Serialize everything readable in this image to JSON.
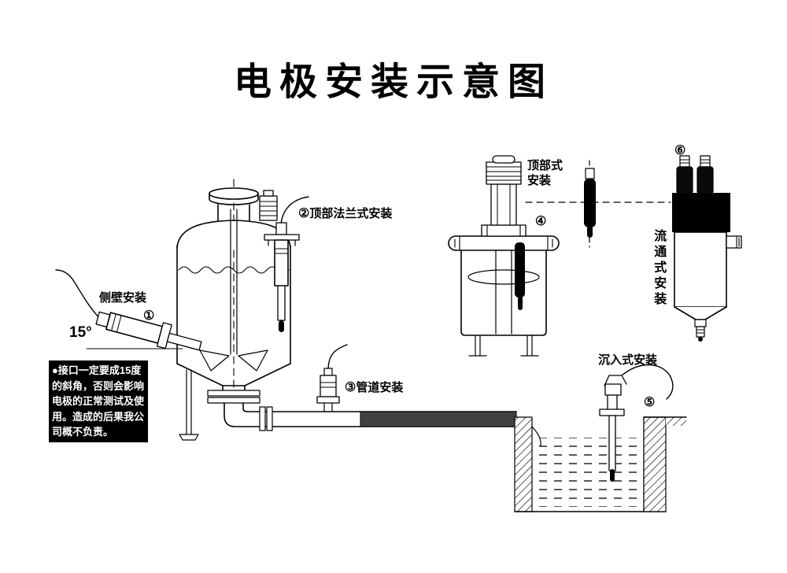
{
  "title": "电极安装示意图",
  "labels": {
    "side_wall": "侧壁安装",
    "side_wall_num": "①",
    "angle": "15°",
    "top_flange_num": "②",
    "top_flange": "顶部法兰式安装",
    "pipeline_num": "③",
    "pipeline": "管道安装",
    "top_type_line1": "顶部式",
    "top_type_line2": "安装",
    "top_type_num": "④",
    "submerged": "沉入式安装",
    "submerged_num": "⑤",
    "flow_through": "流通式安装",
    "flow_through_num": "⑥"
  },
  "note": {
    "lines": [
      "●接口一定要成15度",
      "的斜角，否则会影响",
      "电极的正常测试及使",
      "用。造成的后果我公",
      "司概不负责。"
    ]
  },
  "colors": {
    "ink": "#000000",
    "paper": "#ffffff",
    "note_bg": "#000000",
    "note_text": "#ffffff",
    "pipe_fill": "#414141"
  }
}
